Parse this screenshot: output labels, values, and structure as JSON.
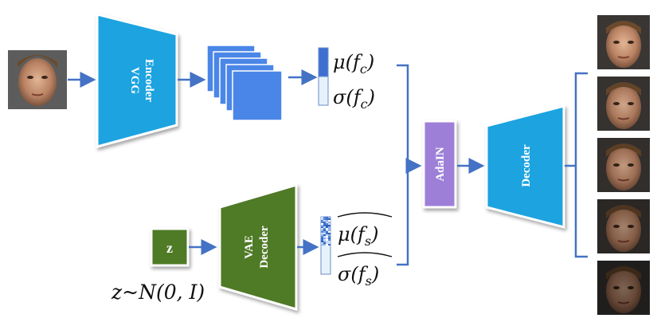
{
  "blocks": {
    "vgg_encoder": {
      "line1": "VGG",
      "line2": "Encoder"
    },
    "vae_decoder": {
      "line1": "VAE",
      "line2": "Decoder"
    },
    "adain": "AdaIN",
    "decoder": "Decoder",
    "z_box": "z"
  },
  "labels": {
    "mu_fc": "μ(f",
    "mu_fc_sub": "c",
    "sigma_fc": "σ(f",
    "sigma_fc_sub": "c",
    "mu_fs": "μ(f",
    "mu_fs_sub": "s",
    "sigma_fs": "σ(f",
    "sigma_fs_sub": "s",
    "close_paren": ")",
    "z_dist": "z~N(0, I)"
  },
  "colors": {
    "blue_block": "#1fa3e0",
    "feature_map": "#4a86e8",
    "arrow": "#4472c4",
    "green_block": "#4f7a28",
    "purple_block": "#9e7fd8"
  },
  "output_faces": [
    {
      "brightness": 1.0
    },
    {
      "brightness": 0.92
    },
    {
      "brightness": 0.85
    },
    {
      "brightness": 0.72
    },
    {
      "brightness": 0.55
    }
  ]
}
